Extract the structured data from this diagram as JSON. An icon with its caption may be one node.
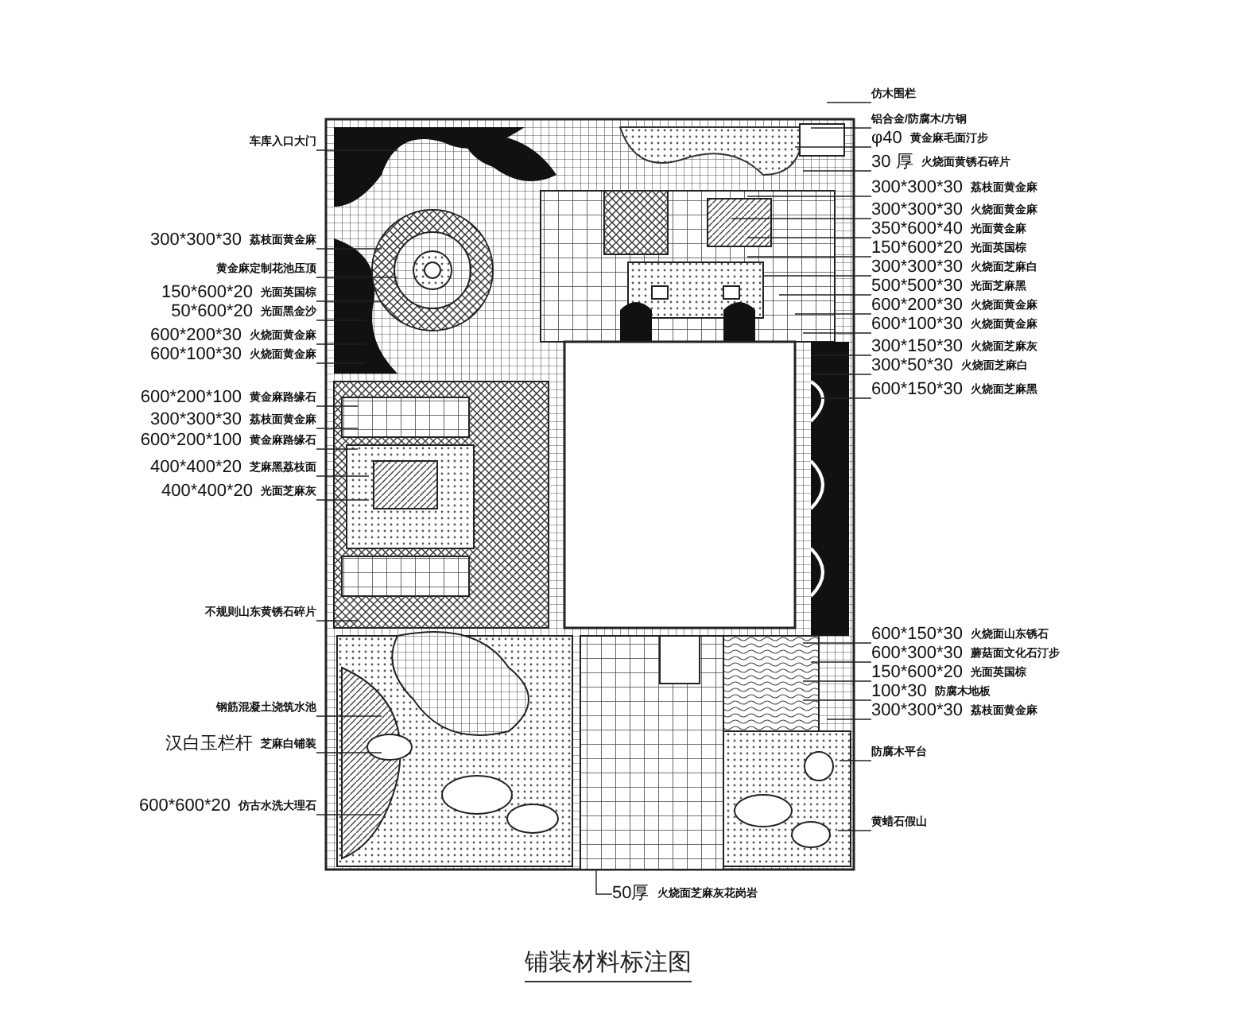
{
  "diagram": {
    "caption": "铺装材料标注图",
    "nodes": [
      {
        "text": [
          "车库入口大门"
        ]
      },
      {
        "text": [
          "300*300*30",
          "荔枝面黄金麻"
        ]
      },
      {
        "text": [
          "黄金麻定制花池压顶"
        ]
      },
      {
        "text": [
          "150*600*20",
          "光面英国棕"
        ]
      },
      {
        "text": [
          "50*600*20",
          "光面黑金沙"
        ]
      },
      {
        "text": [
          "600*200*30",
          "火烧面黄金麻"
        ]
      },
      {
        "text": [
          "600*100*30",
          "火烧面黄金麻"
        ]
      },
      {
        "text": [
          "600*200*100",
          "黄金麻路缘石"
        ]
      },
      {
        "text": [
          "300*300*30",
          "荔枝面黄金麻"
        ]
      },
      {
        "text": [
          "600*200*100",
          "黄金麻路缘石"
        ]
      },
      {
        "text": [
          "400*400*20",
          "芝麻黑荔枝面"
        ]
      },
      {
        "text": [
          "400*400*20",
          "光面芝麻灰"
        ]
      },
      {
        "text": [
          "不规则山东黄锈石碎片"
        ]
      },
      {
        "text": [
          "钢筋混凝土浇筑水池"
        ]
      },
      {
        "text": [
          "汉白玉栏杆",
          "芝麻白铺装"
        ]
      },
      {
        "text": [
          "600*600*20",
          "仿古水洗大理石"
        ]
      },
      {
        "text": [
          "仿木围栏"
        ]
      },
      {
        "text": [
          "铝合金/防腐木/方钢"
        ]
      },
      {
        "text": [
          "φ40",
          "黄金麻毛面汀步"
        ]
      },
      {
        "text": [
          "30 厚",
          "火烧面黄锈石碎片"
        ]
      },
      {
        "text": [
          "300*300*30",
          "荔枝面黄金麻"
        ]
      },
      {
        "text": [
          "300*300*30",
          "火烧面黄金麻"
        ]
      },
      {
        "text": [
          "350*600*40",
          "光面黄金麻"
        ]
      },
      {
        "text": [
          "150*600*20",
          "光面英国棕"
        ]
      },
      {
        "text": [
          "300*300*30",
          "火烧面芝麻白"
        ]
      },
      {
        "text": [
          "500*500*30",
          "光面芝麻黑"
        ]
      },
      {
        "text": [
          "600*200*30",
          "火烧面黄金麻"
        ]
      },
      {
        "text": [
          "600*100*30",
          "火烧面黄金麻"
        ]
      },
      {
        "text": [
          "300*150*30",
          "火烧面芝麻灰"
        ]
      },
      {
        "text": [
          "300*50*30",
          "火烧面芝麻白"
        ]
      },
      {
        "text": [
          "600*150*30",
          "火烧面芝麻黑"
        ]
      },
      {
        "text": [
          "600*150*30",
          "火烧面山东锈石"
        ]
      },
      {
        "text": [
          "600*300*30",
          "蘑菇面文化石汀步"
        ]
      },
      {
        "text": [
          "150*600*20",
          "光面英国棕"
        ]
      },
      {
        "text": [
          "100*30",
          "防腐木地板"
        ]
      },
      {
        "text": [
          "300*300*30",
          "荔枝面黄金麻"
        ]
      },
      {
        "text": [
          "防腐木平台"
        ]
      },
      {
        "text": [
          "黄蜡石假山"
        ]
      },
      {
        "text": [
          "50厚",
          "火烧面芝麻灰花岗岩"
        ]
      }
    ],
    "edges": [
      {
        "from": 0,
        "to": null,
        "arrow": "none"
      },
      {
        "from": 1,
        "to": null,
        "arrow": "none"
      },
      {
        "from": 2,
        "to": null,
        "arrow": "none"
      },
      {
        "from": 3,
        "to": null,
        "arrow": "none"
      },
      {
        "from": 4,
        "to": null,
        "arrow": "none"
      },
      {
        "from": 5,
        "to": null,
        "arrow": "none"
      },
      {
        "from": 6,
        "to": null,
        "arrow": "none"
      },
      {
        "from": 7,
        "to": null,
        "arrow": "none"
      },
      {
        "from": 8,
        "to": null,
        "arrow": "none"
      },
      {
        "from": 9,
        "to": null,
        "arrow": "none"
      },
      {
        "from": 10,
        "to": null,
        "arrow": "none"
      },
      {
        "from": 11,
        "to": null,
        "arrow": "none"
      },
      {
        "from": 12,
        "to": null,
        "arrow": "none"
      },
      {
        "from": 13,
        "to": null,
        "arrow": "none"
      },
      {
        "from": 14,
        "to": null,
        "arrow": "none"
      },
      {
        "from": 15,
        "to": null,
        "arrow": "none"
      },
      {
        "from": 16,
        "to": null,
        "arrow": "none"
      },
      {
        "from": 17,
        "to": null,
        "arrow": "none"
      },
      {
        "from": 18,
        "to": null,
        "arrow": "none"
      },
      {
        "from": 19,
        "to": null,
        "arrow": "none"
      },
      {
        "from": 20,
        "to": null,
        "arrow": "none"
      },
      {
        "from": 21,
        "to": null,
        "arrow": "none"
      },
      {
        "from": 22,
        "to": null,
        "arrow": "none"
      },
      {
        "from": 23,
        "to": null,
        "arrow": "none"
      },
      {
        "from": 24,
        "to": null,
        "arrow": "none"
      },
      {
        "from": 25,
        "to": null,
        "arrow": "none"
      },
      {
        "from": 26,
        "to": null,
        "arrow": "none"
      },
      {
        "from": 27,
        "to": null,
        "arrow": "none"
      },
      {
        "from": 28,
        "to": null,
        "arrow": "none"
      },
      {
        "from": 29,
        "to": null,
        "arrow": "none"
      },
      {
        "from": 30,
        "to": null,
        "arrow": "none"
      },
      {
        "from": 31,
        "to": null,
        "arrow": "none"
      },
      {
        "from": 32,
        "to": null,
        "arrow": "none"
      },
      {
        "from": 33,
        "to": null,
        "arrow": "none"
      },
      {
        "from": 34,
        "to": null,
        "arrow": "none"
      },
      {
        "from": 35,
        "to": null,
        "arrow": "none"
      },
      {
        "from": 36,
        "to": null,
        "arrow": "none"
      },
      {
        "from": 37,
        "to": null,
        "arrow": "none"
      },
      {
        "from": 38,
        "to": null,
        "arrow": "none"
      }
    ]
  }
}
